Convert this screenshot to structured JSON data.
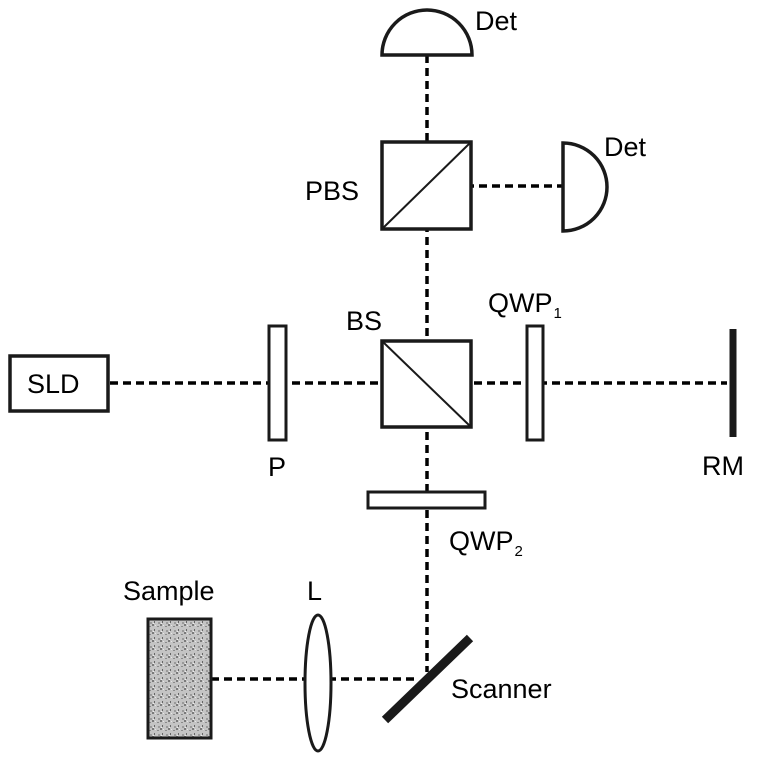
{
  "labels": {
    "det_top": "Det",
    "det_right": "Det",
    "pbs": "PBS",
    "bs": "BS",
    "qwp1": "QWP",
    "qwp1_sub": "1",
    "sld": "SLD",
    "p": "P",
    "rm": "RM",
    "qwp2": "QWP",
    "qwp2_sub": "2",
    "sample": "Sample",
    "l": "L",
    "scanner": "Scanner"
  },
  "colors": {
    "line": "#1a1a1a",
    "background": "#ffffff",
    "sample_fill": "#b8b8b8"
  }
}
